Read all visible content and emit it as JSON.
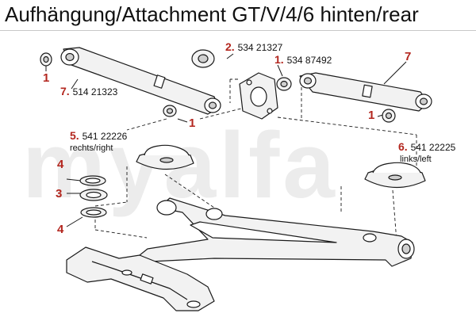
{
  "header": {
    "title": "Aufhängung/Attachment GT/V/4/6 hinten/rear"
  },
  "watermark": {
    "text": "myalfa"
  },
  "parts": [
    {
      "num": "1",
      "part_no": "534 87492",
      "desc": ""
    },
    {
      "num": "2",
      "part_no": "534 21327",
      "desc": ""
    },
    {
      "num": "5",
      "part_no": "541 22226",
      "desc": "rechts/right"
    },
    {
      "num": "6",
      "part_no": "541 22225",
      "desc": "links/left"
    },
    {
      "num": "7",
      "part_no": "514 21323",
      "desc": ""
    }
  ],
  "callouts": {
    "c1a": "1",
    "c1b": "1",
    "c1c": "1",
    "c3": "3",
    "c4a": "4",
    "c4b": "4",
    "c7": "7"
  },
  "colors": {
    "callout": "#b3261e",
    "line": "#1a1a1a",
    "fill": "#f2f2f2",
    "shade": "#cfcfcf"
  }
}
